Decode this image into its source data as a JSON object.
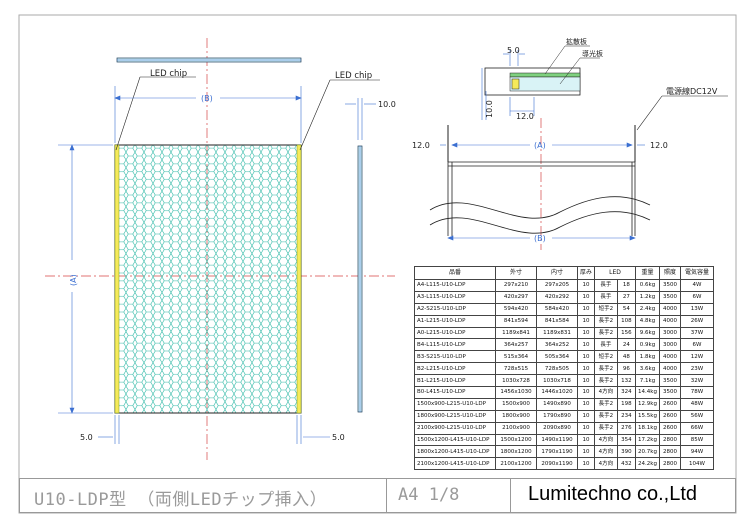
{
  "drawing": {
    "led_chip_label_left": "LED chip",
    "led_chip_label_right": "LED chip",
    "dim_B_front": "(B)",
    "dim_A_front": "(A)",
    "dim_10_side": "10.0",
    "dim_5_bottom_left": "5.0",
    "dim_5_bottom_right": "5.0",
    "detail_5": "5.0",
    "detail_10": "10.0",
    "detail_12": "12.0",
    "label_diffuser": "拡散板",
    "label_lightguide": "導光板",
    "label_power_cable": "電源線DC12V",
    "dim_12_left": "12.0",
    "dim_12_right": "12.0",
    "dim_A_top": "(A)",
    "dim_B_top": "(B)"
  },
  "spec_table": {
    "headers": [
      "品番",
      "外寸",
      "内寸",
      "厚み",
      "LED",
      "",
      "重量",
      "照度",
      "電気容量"
    ],
    "rows": [
      [
        "A4-L115-U10-LDP",
        "297x210",
        "297x205",
        "10",
        "長手",
        "18",
        "0.6kg",
        "3500",
        "4W"
      ],
      [
        "A3-L115-U10-LDP",
        "420x297",
        "420x292",
        "10",
        "長手",
        "27",
        "1.2kg",
        "3500",
        "6W"
      ],
      [
        "A2-S215-U10-LDP",
        "594x420",
        "584x420",
        "10",
        "短手2",
        "54",
        "2.4kg",
        "4000",
        "13W"
      ],
      [
        "A1-L215-U10-LDP",
        "841x594",
        "841x584",
        "10",
        "長手2",
        "108",
        "4.8kg",
        "4000",
        "26W"
      ],
      [
        "A0-L215-U10-LDP",
        "1189x841",
        "1189x831",
        "10",
        "長手2",
        "156",
        "9.6kg",
        "3000",
        "37W"
      ],
      [
        "B4-L115-U10-LDP",
        "364x257",
        "364x252",
        "10",
        "長手",
        "24",
        "0.9kg",
        "3000",
        "6W"
      ],
      [
        "B3-S215-U10-LDP",
        "515x364",
        "505x364",
        "10",
        "短手2",
        "48",
        "1.8kg",
        "4000",
        "12W"
      ],
      [
        "B2-L215-U10-LDP",
        "728x515",
        "728x505",
        "10",
        "長手2",
        "96",
        "3.6kg",
        "4000",
        "23W"
      ],
      [
        "B1-L215-U10-LDP",
        "1030x728",
        "1030x718",
        "10",
        "長手2",
        "132",
        "7.1kg",
        "3500",
        "32W"
      ],
      [
        "B0-L415-U10-LDP",
        "1456x1030",
        "1446x1020",
        "10",
        "4方向",
        "324",
        "14.4kg",
        "3500",
        "78W"
      ],
      [
        "1500x900-L215-U10-LDP",
        "1500x900",
        "1490x890",
        "10",
        "長手2",
        "198",
        "12.9kg",
        "2600",
        "48W"
      ],
      [
        "1800x900-L215-U10-LDP",
        "1800x900",
        "1790x890",
        "10",
        "長手2",
        "234",
        "15.5kg",
        "2600",
        "56W"
      ],
      [
        "2100x900-L215-U10-LDP",
        "2100x900",
        "2090x890",
        "10",
        "長手2",
        "276",
        "18.1kg",
        "2600",
        "66W"
      ],
      [
        "1500x1200-L415-U10-LDP",
        "1500x1200",
        "1490x1190",
        "10",
        "4方向",
        "354",
        "17.2kg",
        "2800",
        "85W"
      ],
      [
        "1800x1200-L415-U10-LDP",
        "1800x1200",
        "1790x1190",
        "10",
        "4方向",
        "390",
        "20.7kg",
        "2800",
        "94W"
      ],
      [
        "2100x1200-L415-U10-LDP",
        "2100x1200",
        "2090x1190",
        "10",
        "4方向",
        "432",
        "24.2kg",
        "2800",
        "104W"
      ]
    ]
  },
  "title_block": {
    "title": "U10-LDP型 （両側LEDチップ挿入）",
    "sheet": "A4 1/8",
    "company": "Lumitechno co.,Ltd"
  }
}
